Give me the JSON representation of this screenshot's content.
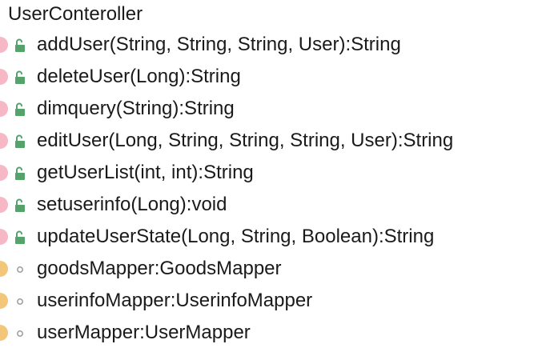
{
  "panel": {
    "class_name": "UserConteroller",
    "colors": {
      "method_icon": "#f5b8c4",
      "field_icon": "#f3c77a",
      "lock_icon": "#55a36a",
      "private_icon": "#9a9a9a"
    },
    "members": [
      {
        "kind": "method",
        "access": "public",
        "icon": "method-icon",
        "access_icon": "unlocked-padlock-icon",
        "label": "addUser(String, String, String, User):String"
      },
      {
        "kind": "method",
        "access": "public",
        "icon": "method-icon",
        "access_icon": "unlocked-padlock-icon",
        "label": "deleteUser(Long):String"
      },
      {
        "kind": "method",
        "access": "public",
        "icon": "method-icon",
        "access_icon": "unlocked-padlock-icon",
        "label": "dimquery(String):String"
      },
      {
        "kind": "method",
        "access": "public",
        "icon": "method-icon",
        "access_icon": "unlocked-padlock-icon",
        "label": "editUser(Long, String, String, String, User):String"
      },
      {
        "kind": "method",
        "access": "public",
        "icon": "method-icon",
        "access_icon": "unlocked-padlock-icon",
        "label": "getUserList(int, int):String"
      },
      {
        "kind": "method",
        "access": "public",
        "icon": "method-icon",
        "access_icon": "unlocked-padlock-icon",
        "label": "setuserinfo(Long):void"
      },
      {
        "kind": "method",
        "access": "public",
        "icon": "method-icon",
        "access_icon": "unlocked-padlock-icon",
        "label": "updateUserState(Long, String, Boolean):String"
      },
      {
        "kind": "field",
        "access": "package",
        "icon": "field-icon",
        "access_icon": "package-private-dot-icon",
        "label": "goodsMapper:GoodsMapper"
      },
      {
        "kind": "field",
        "access": "package",
        "icon": "field-icon",
        "access_icon": "package-private-dot-icon",
        "label": "userinfoMapper:UserinfoMapper"
      },
      {
        "kind": "field",
        "access": "package",
        "icon": "field-icon",
        "access_icon": "package-private-dot-icon",
        "label": "userMapper:UserMapper"
      }
    ]
  }
}
